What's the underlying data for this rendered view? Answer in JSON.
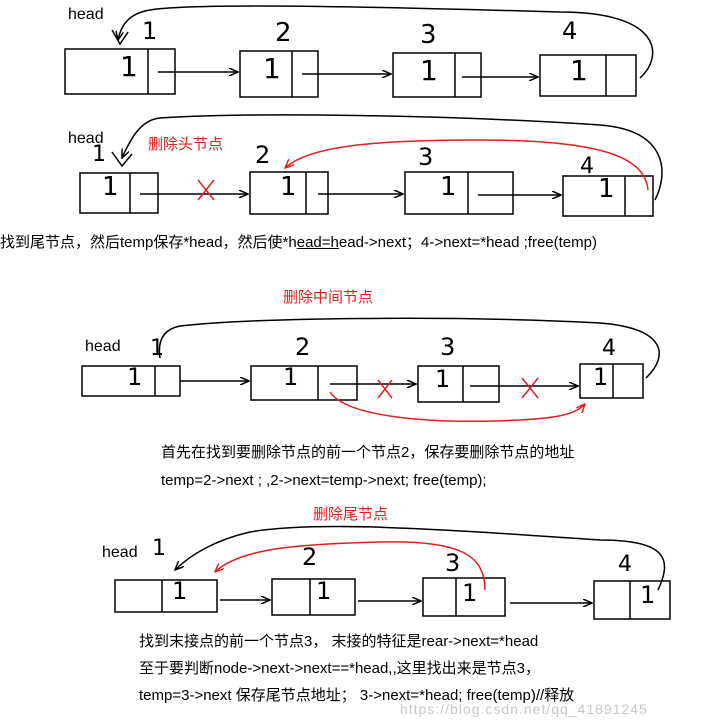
{
  "diagram": {
    "head_label": "head",
    "node_value": "1",
    "node_numbers": [
      "1",
      "2",
      "3",
      "4"
    ],
    "cross_mark": "×"
  },
  "sections": {
    "delete_head": {
      "title": "删除头节点",
      "desc_parts": [
        "找到尾节点，然后temp保存*head，然后使*h",
        "ead=h",
        "ead->next；4->next=*head    ;free(temp)"
      ]
    },
    "delete_middle": {
      "title": "删除中间节点",
      "desc_lines": [
        "首先在找到要删除节点的前一个节点2，保存要删除节点的地址",
        "temp=2->next    ;     ,2->next=temp->next;    free(temp);"
      ]
    },
    "delete_tail": {
      "title": "删除尾节点",
      "desc_lines": [
        "找到末接点的前一个节点3，  末接的特征是rear->next=*head",
        "至于要判断node->next->next==*head,,这里找出来是节点3，",
        "temp=3->next   保存尾节点地址；  3->next=*head; free(temp)//释放"
      ]
    }
  },
  "watermark": "https://blog.csdn.net/qq_41891245"
}
